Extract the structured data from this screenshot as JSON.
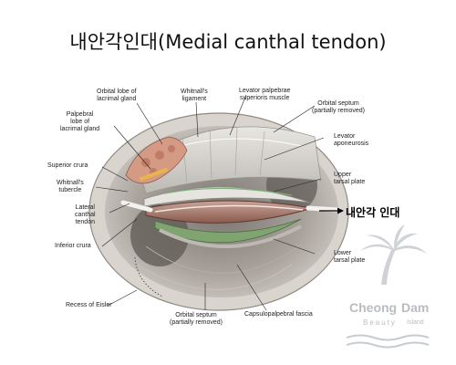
{
  "title": "내안각인대(Medial canthal tendon)",
  "labels": {
    "orbital_lobe": "Orbital lobe of\nlacrimal gland",
    "whitnalls_ligament": "Whitnall's\nligament",
    "levator_muscle": "Levator palpebrae\nsuperioris muscle",
    "orbital_septum_top": "Orbital septum\n(partially removed)",
    "palpebral_lobe": "Palpebral\nlobe of\nlacrimal gland",
    "levator_aponeurosis": "Levator\naponeurosis",
    "superior_crura": "Superior crura",
    "whitnalls_tubercle": "Whitnall's\ntubercle",
    "upper_tarsal_plate": "Upper\ntarsal plate",
    "lateral_canthal_tendon": "Lateral\ncanthal\ntendon",
    "inferior_crura": "Inferior crura",
    "lower_tarsal_plate": "Lower\ntarsal plate",
    "recess_of_eisler": "Recess of Eisler",
    "orbital_septum_bottom": "Orbital septum\n(partially removed)",
    "capsulopalpebral_fascia": "Capsulopalpebral fascia"
  },
  "callout": "내안각 인대",
  "watermark": {
    "word1": "Cheong",
    "word2": "Dam",
    "sub1": "Beauty",
    "sub2": "Island"
  },
  "colors": {
    "accent": "#000000",
    "watermark": "#b9bdc1"
  }
}
